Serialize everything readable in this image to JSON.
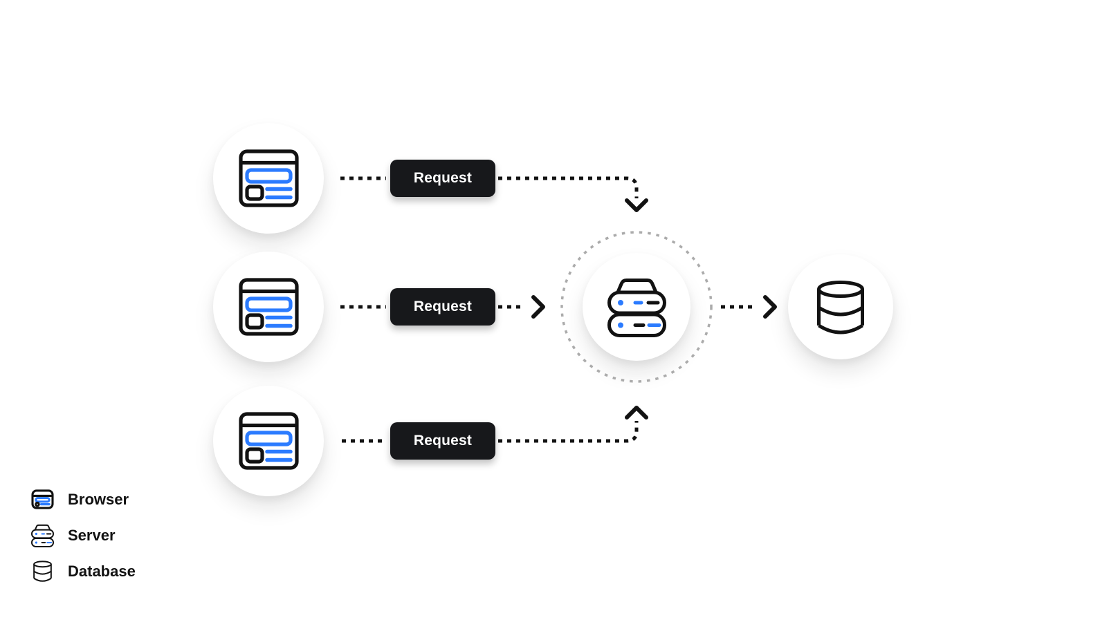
{
  "colors": {
    "accent-blue": "#2b7bff",
    "ink": "#121212",
    "button-bg": "#17181b",
    "button-text": "#ffffff",
    "ring-gray": "#ababab",
    "bg": "#ffffff"
  },
  "flows": [
    {
      "source": "browser",
      "label": "Request",
      "target": "server"
    },
    {
      "source": "browser",
      "label": "Request",
      "target": "server"
    },
    {
      "source": "browser",
      "label": "Request",
      "target": "server"
    }
  ],
  "hub": {
    "icon": "server-icon"
  },
  "store": {
    "icon": "database-icon"
  },
  "legend": {
    "items": [
      {
        "icon": "browser-icon",
        "label": "Browser"
      },
      {
        "icon": "server-icon",
        "label": "Server"
      },
      {
        "icon": "database-icon",
        "label": "Database"
      }
    ]
  }
}
